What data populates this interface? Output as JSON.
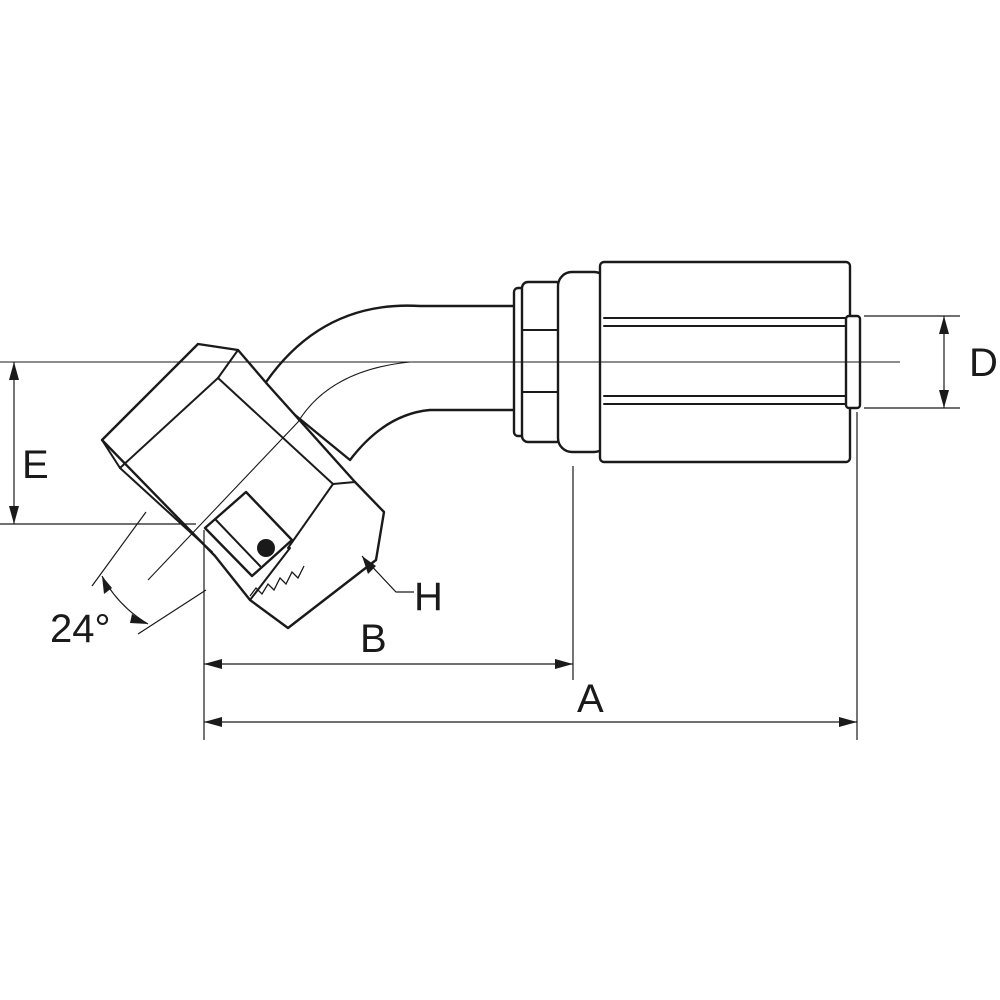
{
  "labels": {
    "A": "A",
    "B": "B",
    "D": "D",
    "E": "E",
    "H": "H",
    "angle": "24°"
  },
  "colors": {
    "line": "#1a1a1a",
    "background": "#ffffff"
  }
}
